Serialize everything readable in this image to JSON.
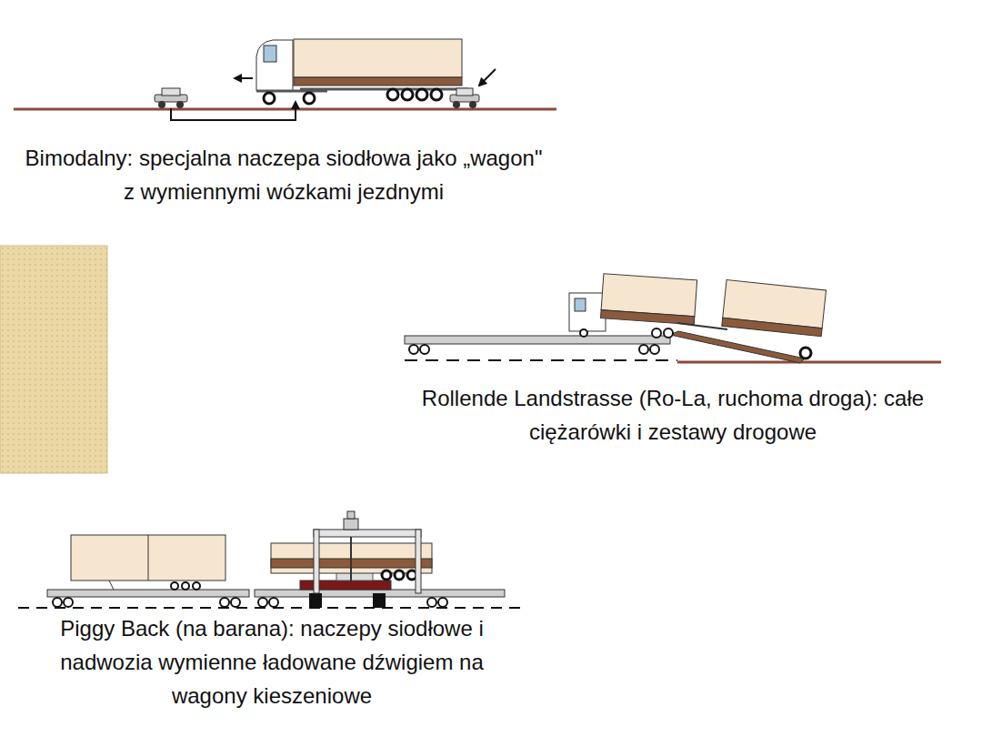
{
  "diagram": {
    "labels": [
      "Bimodalny: specjalna naczepa siodłowa jako „wagon\" z wymiennymi wózkami jezdnymi",
      "Rollende Landstrasse (Ro-La, ruchoma droga): całe ciężarówki i zestawy drogowe",
      "Piggy Back (na barana): naczepy siodłowe i nadwozia wymienne ładowane dźwigiem na wagony kieszeniowe"
    ]
  }
}
